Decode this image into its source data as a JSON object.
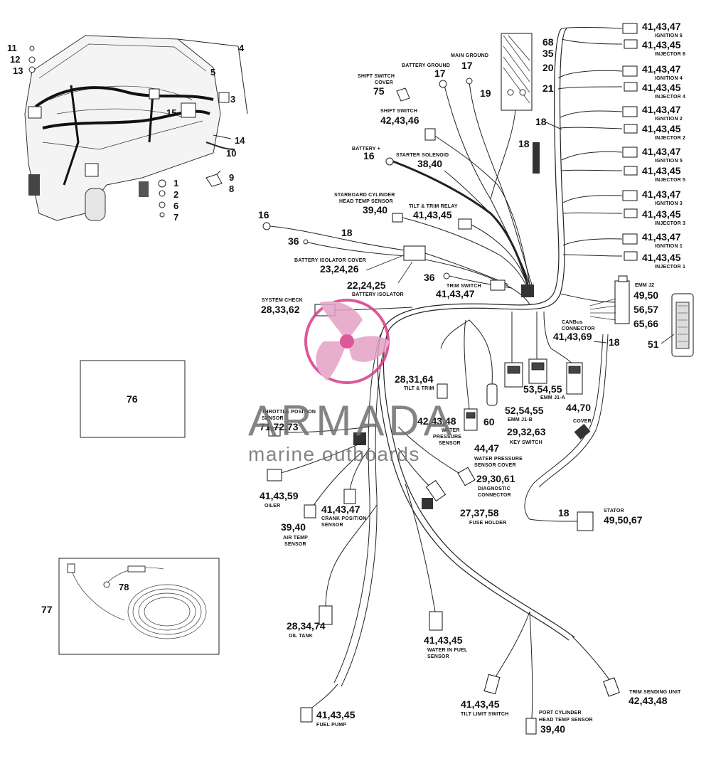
{
  "logo": {
    "name": "ARMADA",
    "tagline": "marine outboards",
    "accent_color": "#d83a8a",
    "text_color": "#6f6f6f"
  },
  "box_76": "76",
  "box_77": "77",
  "cable_78": "78",
  "engine_callouts": {
    "c1": "1",
    "c2": "2",
    "c3": "3",
    "c4": "4",
    "c5": "5",
    "c6": "6",
    "c7": "7",
    "c8": "8",
    "c9": "9",
    "c10": "10",
    "c11": "11",
    "c12": "12",
    "c13": "13",
    "c14": "14",
    "c15": "15"
  },
  "right_column": [
    {
      "num": "41,43,47",
      "label": "IGNITION 6"
    },
    {
      "num": "41,43,45",
      "label": "INJECTOR 6"
    },
    {
      "num": "41,43,47",
      "label": "IGNITION 4"
    },
    {
      "num": "41,43,45",
      "label": "INJECTOR 4"
    },
    {
      "num": "41,43,47",
      "label": "IGNITION 2"
    },
    {
      "num": "41,43,45",
      "label": "INJECTOR 2"
    },
    {
      "num": "41,43,47",
      "label": "IGNITION 5"
    },
    {
      "num": "41,43,45",
      "label": "INJECTOR 5"
    },
    {
      "num": "41,43,47",
      "label": "IGNITION 3"
    },
    {
      "num": "41,43,45",
      "label": "INJECTOR 3"
    },
    {
      "num": "41,43,47",
      "label": "IGNITION 1"
    },
    {
      "num": "41,43,45",
      "label": "INJECTOR 1"
    }
  ],
  "parts": {
    "p68": "68",
    "p35": "35",
    "p20": "20",
    "p19": "19",
    "p21": "21",
    "main_ground_label": "MAIN GROUND",
    "main_ground_num": "17",
    "battery_ground_label": "BATTERY GROUND",
    "battery_ground_num": "17",
    "shift_cover_label1": "SHIFT SWITCH",
    "shift_cover_label2": "COVER",
    "shift_cover_num": "75",
    "shift_switch_label": "SHIFT SWITCH",
    "shift_switch_num": "42,43,46",
    "battery_plus_label": "BATTERY +",
    "battery_plus_num": "16",
    "starter_label": "STARTER SOLENOID",
    "starter_num": "38,40",
    "p18_top": "18",
    "p18_strap": "18",
    "stbd_label1": "STARBOARD CYLINDER",
    "stbd_label2": "HEAD TEMP SENSOR",
    "stbd_num": "39,40",
    "tilt_relay_label": "TILT & TRIM RELAY",
    "tilt_relay_num": "41,43,45",
    "p16_left": "16",
    "p36_left": "36",
    "p18_left": "18",
    "iso_cover_label": "BATTERY ISOLATOR COVER",
    "iso_cover_num": "23,24,26",
    "iso_num": "22,24,25",
    "iso_label": "BATTERY ISOLATOR",
    "p36_mid": "36",
    "trim_switch_label": "TRIM SWITCH",
    "trim_switch_num": "41,43,47",
    "system_check_label": "SYSTEM CHECK",
    "system_check_num": "28,33,62",
    "emm_j2_label": "EMM J2",
    "emm_j2_n1": "49,50",
    "emm_j2_n2": "56,57",
    "emm_j2_n3": "65,66",
    "p51": "51",
    "canbus_label1": "CANBus",
    "canbus_label2": "CONNECTOR",
    "canbus_num": "41,43,69",
    "p18_right": "18",
    "tilt_trim_num": "28,31,64",
    "tilt_trim_label": "TILT & TRIM",
    "emm_j1a_num": "53,54,55",
    "emm_j1a_label": "EMM J1-A",
    "emm_j1b_num": "52,54,55",
    "emm_j1b_label": "EMM J1-B",
    "p44_70": "44,70",
    "cover_label": "COVER",
    "tps_label1": "THROTTLE POSITION",
    "tps_label2": "SENSOR",
    "tps_num": "71,72,73",
    "wps_num": "42,43,48",
    "wps_label1": "WATER",
    "wps_label2": "PRESSURE",
    "wps_label3": "SENSOR",
    "p60": "60",
    "key_num": "29,32,63",
    "key_label": "KEY SWITCH",
    "wpsc_num": "44,47",
    "wpsc_label1": "WATER PRESSURE",
    "wpsc_label2": "SENSOR COVER",
    "diag_num": "29,30,61",
    "diag_label1": "DIAGNOSTIC",
    "diag_label2": "CONNECTOR",
    "oiler_num": "41,43,59",
    "oiler_label": "OILER",
    "crank_num": "41,43,47",
    "crank_label1": "CRANK POSITION",
    "crank_label2": "SENSOR",
    "fuse_num": "27,37,58",
    "fuse_label": "FUSE HOLDER",
    "p18_stator": "18",
    "stator_label": "STATOR",
    "stator_num": "49,50,67",
    "air_num": "39,40",
    "air_label1": "AIR TEMP",
    "air_label2": "SENSOR",
    "oil_num": "28,34,74",
    "oil_label": "OIL TANK",
    "wif_num": "41,43,45",
    "wif_label1": "WATER IN FUEL",
    "wif_label2": "SENSOR",
    "tilt_limit_num": "41,43,45",
    "tilt_limit_label": "TILT LIMIT SWITCH",
    "port_label1": "PORT CYLINDER",
    "port_label2": "HEAD TEMP SENSOR",
    "port_num": "39,40",
    "trim_send_label": "TRIM SENDING UNIT",
    "trim_send_num": "42,43,48",
    "fuel_num": "41,43,45",
    "fuel_label": "FUEL PUMP"
  }
}
